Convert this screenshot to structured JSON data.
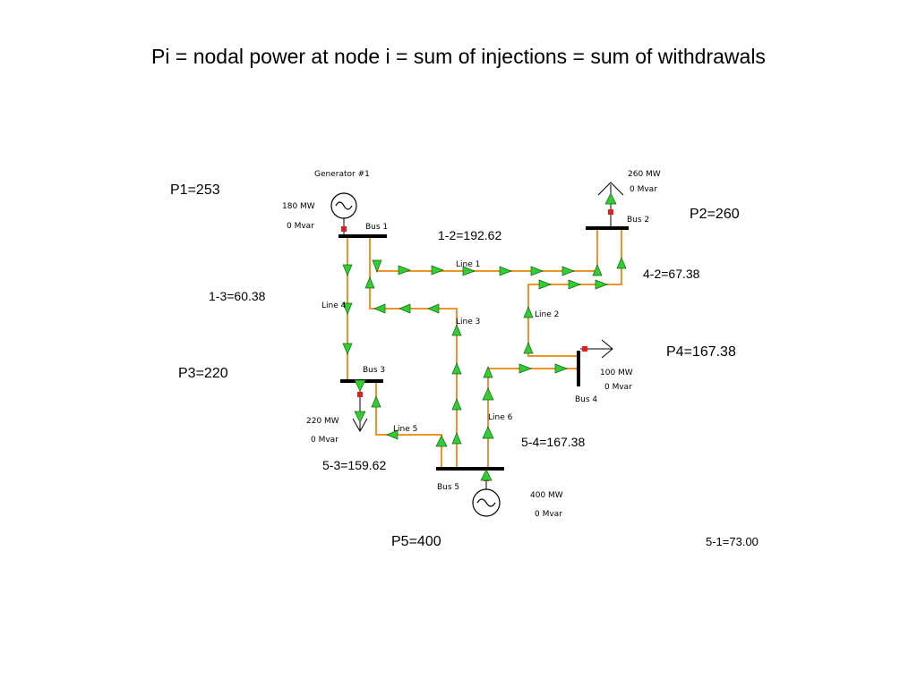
{
  "title": "Pi = nodal power at node i = sum of injections = sum of withdrawals",
  "nodal": {
    "p1": "P1=253",
    "p2": "P2=260",
    "p3": "P3=220",
    "p4": "P4=167.38",
    "p5": "P5=400"
  },
  "flows": {
    "f12": "1-2=192.62",
    "f13": "1-3=60.38",
    "f42": "4-2=67.38",
    "f53": "5-3=159.62",
    "f54": "5-4=167.38",
    "f51": "5-1=73.00"
  },
  "generators": {
    "gen1": {
      "name": "Generator #1",
      "mw": "180 MW",
      "mvar": "0 Mvar"
    },
    "gen5": {
      "mw": "400 MW",
      "mvar": "0 Mvar"
    }
  },
  "loads": {
    "load2": {
      "mw": "260 MW",
      "mvar": "0 Mvar"
    },
    "load3": {
      "mw": "220 MW",
      "mvar": "0 Mvar"
    },
    "load4": {
      "mw": "100 MW",
      "mvar": "0 Mvar"
    }
  },
  "buses": [
    "Bus 1",
    "Bus 2",
    "Bus 3",
    "Bus 4",
    "Bus 5"
  ],
  "lines": [
    "Line 1",
    "Line 2",
    "Line 3",
    "Line 4",
    "Line 5",
    "Line 6"
  ],
  "colors": {
    "line": "#f0932a",
    "bus": "#000000",
    "arrow_fill": "#33cc33",
    "breaker": "#e02020"
  }
}
